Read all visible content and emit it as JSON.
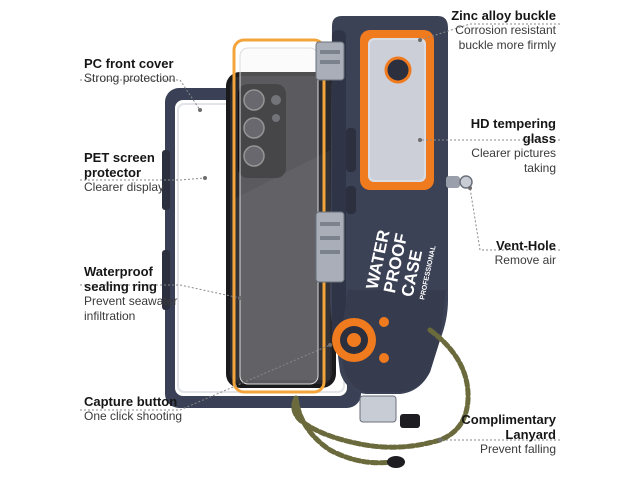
{
  "callouts": {
    "pc_front_cover": {
      "title": "PC front cover",
      "subtitle": "Strong protection"
    },
    "pet_screen": {
      "title_line1": "PET screen",
      "title_line2": "protector",
      "subtitle": "Clearer display"
    },
    "sealing_ring": {
      "title_line1": "Waterproof",
      "title_line2": "sealing ring",
      "subtitle_line1": "Prevent seawater",
      "subtitle_line2": "infiltration"
    },
    "capture_button": {
      "title": "Capture button",
      "subtitle": "One click shooting"
    },
    "zinc_buckle": {
      "title": "Zinc alloy buckle",
      "subtitle_line1": "Corrosion resistant",
      "subtitle_line2": "buckle more firmly"
    },
    "hd_glass": {
      "title_line1": "HD tempering",
      "title_line2": "glass",
      "subtitle_line1": "Clearer pictures",
      "subtitle_line2": "taking"
    },
    "vent_hole": {
      "title": "Vent-Hole",
      "subtitle": "Remove air"
    },
    "lanyard": {
      "title_line1": "Complimentary",
      "title_line2": "Lanyard",
      "subtitle": "Prevent falling"
    }
  },
  "case_label": {
    "line1": "WATER",
    "line2": "PROOF",
    "line3": "CASE",
    "line4": "PROFESSIONAL"
  },
  "colors": {
    "case_body": "#3c4256",
    "case_dark": "#2b2f3e",
    "accent_orange": "#f07a1e",
    "phone_black": "#1a1a1c",
    "gasket_yellow": "#f3a43a",
    "lanyard_olive": "#6b6a3c",
    "leader_line": "#8a8a8a"
  }
}
